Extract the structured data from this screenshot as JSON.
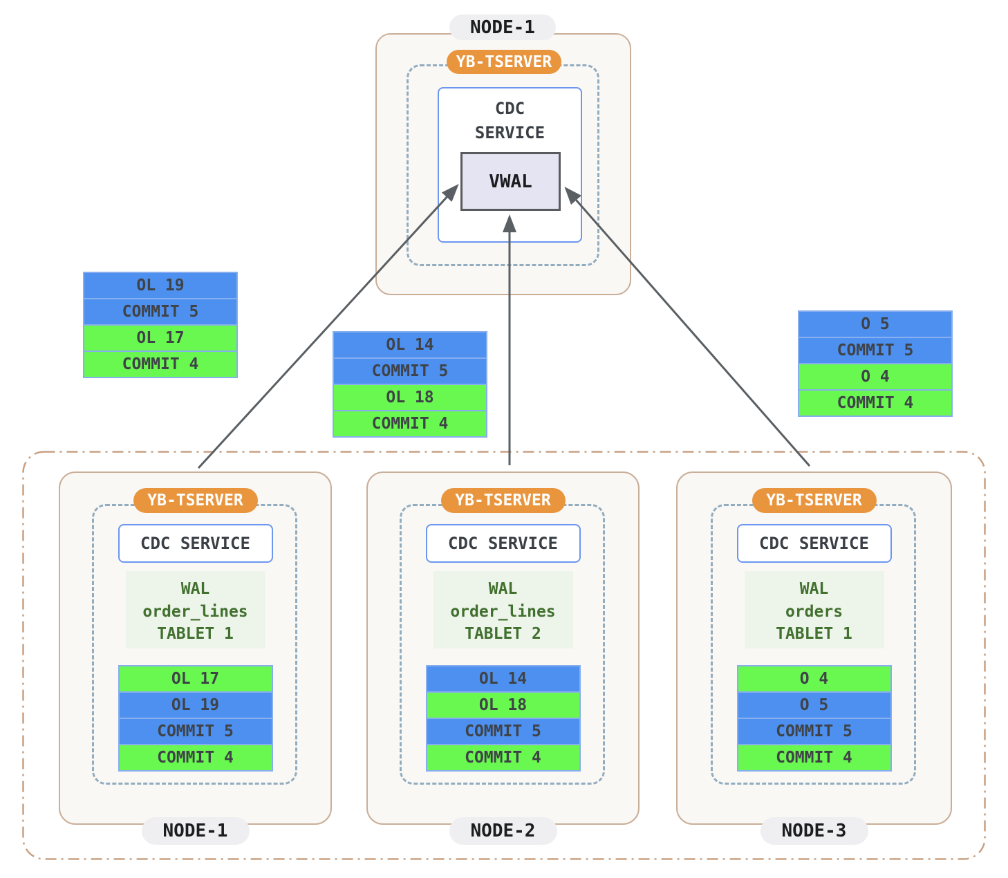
{
  "colors": {
    "row_blue": "#4D90F0",
    "row_green": "#69F850",
    "row_border": "#87AEEE",
    "row_text": "#3F4347",
    "badge_orange": "#E8953E",
    "node_border": "#C9AE98",
    "node_fill": "#FAF8F5",
    "dashed_border": "#92ACBF",
    "cdc_border": "#6C96F0",
    "vwal_fill": "#E5E4F2",
    "vwal_border": "#595A5E",
    "wal_fill": "#EDF4EA",
    "wal_text": "#41702F",
    "pill_fill": "#EFEFF1",
    "pill_text": "#1C1D20",
    "arrow": "#5A5F63",
    "cluster_border": "#C9A183",
    "text_dark": "#3A3F45"
  },
  "top_node": {
    "label": "NODE-1",
    "tserver": "YB-TSERVER",
    "cdc_line1": "CDC",
    "cdc_line2": "SERVICE",
    "vwal": "VWAL"
  },
  "stacks": {
    "left": {
      "rows": [
        {
          "text": "OL 19",
          "color": "blue"
        },
        {
          "text": "COMMIT 5",
          "color": "blue"
        },
        {
          "text": "OL 17",
          "color": "green"
        },
        {
          "text": "COMMIT 4",
          "color": "green"
        }
      ]
    },
    "middle": {
      "rows": [
        {
          "text": "OL 14",
          "color": "blue"
        },
        {
          "text": "COMMIT 5",
          "color": "blue"
        },
        {
          "text": "OL 18",
          "color": "green"
        },
        {
          "text": "COMMIT 4",
          "color": "green"
        }
      ]
    },
    "right": {
      "rows": [
        {
          "text": "O 5",
          "color": "blue"
        },
        {
          "text": "COMMIT 5",
          "color": "blue"
        },
        {
          "text": "O 4",
          "color": "green"
        },
        {
          "text": "COMMIT 4",
          "color": "green"
        }
      ]
    }
  },
  "nodes": [
    {
      "label": "NODE-1",
      "tserver": "YB-TSERVER",
      "cdc": "CDC SERVICE",
      "wal": [
        "WAL",
        "order_lines",
        "TABLET 1"
      ],
      "rows": [
        {
          "text": "OL 17",
          "color": "green"
        },
        {
          "text": "OL 19",
          "color": "blue"
        },
        {
          "text": "COMMIT 5",
          "color": "blue"
        },
        {
          "text": "COMMIT 4",
          "color": "green"
        }
      ]
    },
    {
      "label": "NODE-2",
      "tserver": "YB-TSERVER",
      "cdc": "CDC SERVICE",
      "wal": [
        "WAL",
        "order_lines",
        "TABLET 2"
      ],
      "rows": [
        {
          "text": "OL 14",
          "color": "blue"
        },
        {
          "text": "OL 18",
          "color": "green"
        },
        {
          "text": "COMMIT 5",
          "color": "blue"
        },
        {
          "text": "COMMIT 4",
          "color": "green"
        }
      ]
    },
    {
      "label": "NODE-3",
      "tserver": "YB-TSERVER",
      "cdc": "CDC SERVICE",
      "wal": [
        "WAL",
        "orders",
        "TABLET 1"
      ],
      "rows": [
        {
          "text": "O 4",
          "color": "green"
        },
        {
          "text": "O 5",
          "color": "blue"
        },
        {
          "text": "COMMIT 5",
          "color": "blue"
        },
        {
          "text": "COMMIT 4",
          "color": "green"
        }
      ]
    }
  ]
}
